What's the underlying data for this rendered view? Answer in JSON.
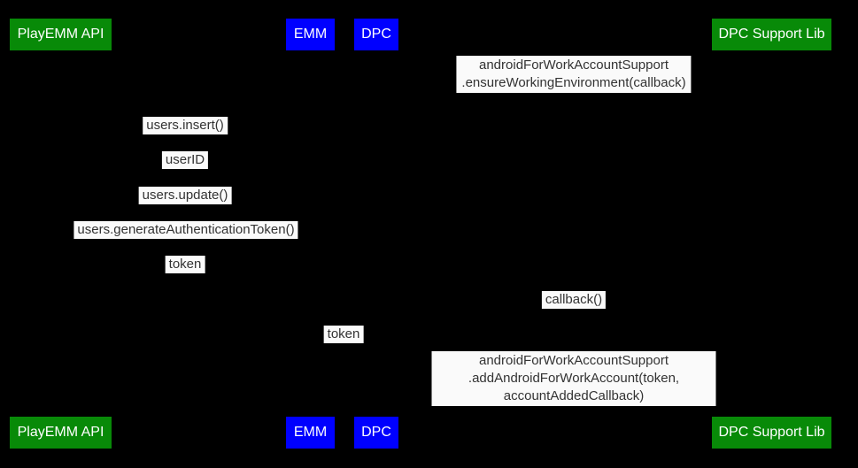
{
  "diagram": {
    "background_color": "#000000",
    "actor_green_color": "#088a08",
    "actor_blue_color": "#0000ff",
    "label_background_color": "#fafafa",
    "label_text_color": "#333333",
    "actor_text_color": "#ffffff",
    "participants": [
      {
        "label": "PlayEMM API",
        "color": "green"
      },
      {
        "label": "EMM",
        "color": "blue"
      },
      {
        "label": "DPC",
        "color": "blue"
      },
      {
        "label": "DPC Support Lib",
        "color": "green"
      }
    ],
    "messages": [
      {
        "text": "androidForWorkAccountSupport\n.ensureWorkingEnvironment(callback)"
      },
      {
        "text": "users.insert()"
      },
      {
        "text": "userID"
      },
      {
        "text": "users.update()"
      },
      {
        "text": "users.generateAuthenticationToken()"
      },
      {
        "text": "token"
      },
      {
        "text": "callback()"
      },
      {
        "text": "token"
      },
      {
        "text": "androidForWorkAccountSupport\n.addAndroidForWorkAccount(token, accountAddedCallback)"
      }
    ]
  }
}
